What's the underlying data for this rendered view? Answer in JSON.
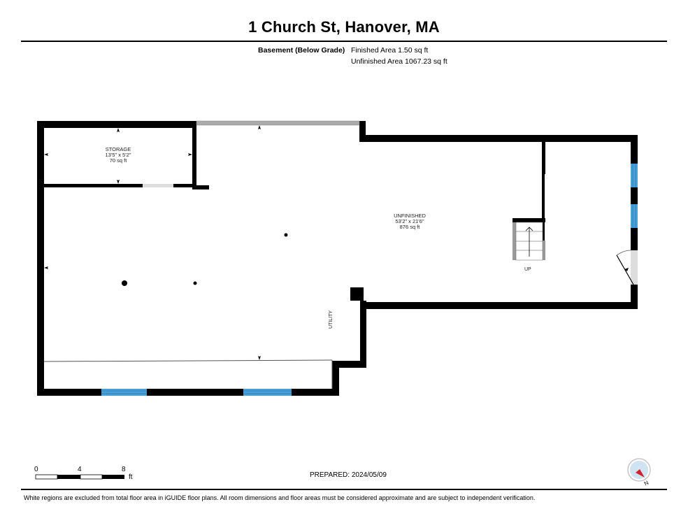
{
  "header": {
    "title": "1 Church St, Hanover, MA",
    "floor_label": "Basement (Below Grade)",
    "finished_area": "Finished Area 1.50 sq ft",
    "unfinished_area": "Unfinished Area 1067.23 sq ft"
  },
  "rooms": {
    "storage": {
      "name": "STORAGE",
      "dimensions": "13'5\" x 5'2\"",
      "area": "70 sq ft"
    },
    "unfinished": {
      "name": "UNFINISHED",
      "dimensions": "53'2\" x 21'6\"",
      "area": "876 sq ft"
    },
    "utility": {
      "name": "UTILITY"
    },
    "stairs": {
      "label": "UP"
    }
  },
  "colors": {
    "wall": "#000000",
    "window": "#4a9fd6",
    "opening": "#aaaaaa",
    "door_fill": "#dddddd",
    "compass_fill": "#cfe3f3",
    "compass_needle": "#d0202a"
  },
  "scale_bar": {
    "ticks": [
      "0",
      "4",
      "8"
    ],
    "unit": "ft"
  },
  "footer": {
    "prepared": "PREPARED: 2024/05/09",
    "disclaimer": "White regions are excluded from total floor area in iGUIDE floor plans. All room dimensions and floor areas must be considered approximate and are subject to independent verification.",
    "compass_label": "N"
  }
}
